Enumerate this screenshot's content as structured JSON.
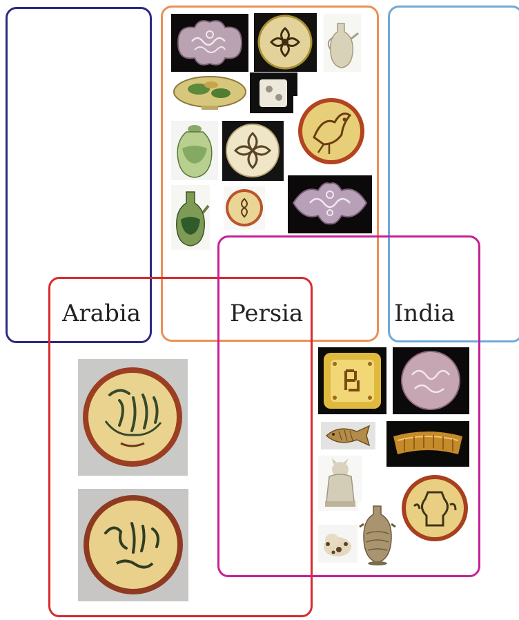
{
  "regions": {
    "arabia": {
      "label": "Arabia",
      "color": "#2b2a7e"
    },
    "persia": {
      "label": "Persia",
      "color": "#c81e96"
    },
    "india": {
      "label": "India",
      "color": "#6fa9d8"
    },
    "upper_group": {
      "color": "#ec8f52"
    },
    "lower_group": {
      "color": "#d92a2e"
    }
  },
  "artifacts": [
    "lobed-lidded-box",
    "flower-glazed-dish",
    "white-ewer",
    "green-splashed-plate",
    "white-block",
    "green-glazed-jar",
    "lobed-flower-plate",
    "bird-painted-dish",
    "green-spouted-ewer",
    "small-flower-dish",
    "lotus-lidded-box",
    "inscription-bowl-1",
    "inscription-bowl-2",
    "square-swastika-dish",
    "round-lidded-box",
    "fish-ornament",
    "gold-band",
    "seated-animal-figure",
    "vase-painted-dish",
    "animal-figurine",
    "stoneware-jar"
  ]
}
